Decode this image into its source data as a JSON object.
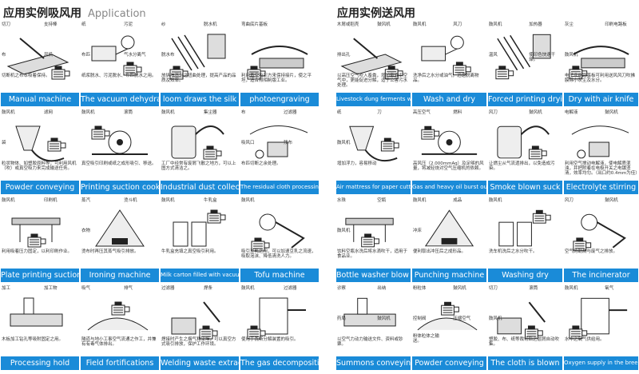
{
  "left": {
    "title": "应用实例吸风用",
    "title_en": "Application",
    "items": [
      {
        "caption": "Manual machine",
        "labels": [
          "切刀",
          "支持棒",
          "布",
          "风机",
          "切断机之布本吸着保持。"
        ]
      },
      {
        "caption": "The vacuum dehydration",
        "labels": [
          "纸",
          "污泥",
          "布匹",
          "气水分离气",
          "纸浆脱水、污泥脱水、布匹脱水之用。"
        ]
      },
      {
        "caption": "loom draws the silk",
        "labels": [
          "纱",
          "脱水机",
          "脱水布",
          "放纵与不当之扭曲处理，提高产品的品质及效率。"
        ]
      },
      {
        "caption": "photoengraving",
        "labels": [
          "弯曲底片基板",
          "利用真空吸引方来保持接片，使之平坦，适合照相制版工业。"
        ]
      },
      {
        "caption": "Powder conveying",
        "labels": [
          "鼓风机",
          "滤网",
          "袋",
          "粒状物体、如塑胶原料等，可利用风机（吹）或真空吸力来完成输送任务。"
        ]
      },
      {
        "caption": "Printing suction cooking",
        "labels": [
          "鼓风机",
          "滚筒",
          "真空吸引印刷或纸之成形吸引、移送。"
        ]
      },
      {
        "caption": "Industrial dust collection",
        "labels": [
          "鼓风机",
          "集尘器",
          "工厂中经常有废屑飞散之地方，可以上图方式清洁之。"
        ]
      },
      {
        "caption": "The residual cloth processing",
        "labels": [
          "布",
          "过滤器",
          "吸风口",
          "残布",
          "布匹切断之余处理。"
        ]
      },
      {
        "caption": "Plate printing suction",
        "labels": [
          "鼓风机",
          "印刷机",
          "利用吸着压力固定，以利印刷作业。"
        ]
      },
      {
        "caption": "Ironing machine",
        "labels": [
          "蒸汽",
          "烫斗机",
          "衣物",
          "烫布时再压其蒸气吸引排放。"
        ]
      },
      {
        "caption": "Milk carton filled with vacuum",
        "labels": [
          "鼓风机",
          "牛乳盒",
          "牛乳盒充填之真空吸引利用。"
        ]
      },
      {
        "caption": "Tofu machine",
        "labels": [
          "鼓风机",
          "吸引豆乳之用，可以加速豆乳之流速，吸取泡沫、降低清洗人力。"
        ]
      },
      {
        "caption": "Processing hold",
        "labels": [
          "加工",
          "加工物",
          "木板加工钻孔等吸附固定之用。"
        ]
      },
      {
        "caption": "Field fortifications",
        "labels": [
          "吸气",
          "排气",
          "隧道与地小工事空气流通之作工，并兼有有毒气体排出。"
        ]
      },
      {
        "caption": "Welding waste extraction",
        "labels": [
          "过滤器",
          "焊条",
          "焊接时产生之烟气和尘埃，可以真空方式吸引排放，保护工作环境。"
        ]
      },
      {
        "caption": "The gas decomposition",
        "labels": [
          "鼓风机",
          "过滤器",
          "使用于瓦斯分解装置的吸引。"
        ]
      }
    ]
  },
  "right": {
    "title": "应用实例送风用",
    "items": [
      {
        "caption": "Livestock dung ferments with gas",
        "labels": [
          "木屑或稻壳",
          "鼓风机",
          "排出孔",
          "以高压空气吹入畜粪，增加畜粪中空气中，更能促进分解，适于公害污水处理。"
        ]
      },
      {
        "caption": "Wash and dry",
        "labels": [
          "鼓风机",
          "风刀",
          "洗净后之水分或油气，迅速脱离物品。"
        ]
      },
      {
        "caption": "Forced printing drying",
        "labels": [
          "鼓风机",
          "加热器",
          "温风",
          "使印色快速干燥。"
        ]
      },
      {
        "caption": "Dry with air knife",
        "labels": [
          "灰尘",
          "印刷电路板",
          "鼓风机",
          "电子业电路基板可利用送风风刀吹拂膜除小灰尘及水分。"
        ]
      },
      {
        "caption": "Air mattress for paper cutting machine",
        "labels": [
          "纸",
          "刀",
          "鼓风机",
          "增加浮力，容易移动"
        ]
      },
      {
        "caption": "Gas and heavy oil burst out",
        "labels": [
          "高压空气",
          "燃料",
          "高风压（2.000mmAq）及足够的风量，将减轻烧对空气压缩机的依赖。"
        ]
      },
      {
        "caption": "Smoke blown suck",
        "labels": [
          "风刀",
          "鼓风机",
          "让燃尘从气流遗排出，以免造成污染。"
        ]
      },
      {
        "caption": "Electrolyte stirring",
        "labels": [
          "电解液",
          "鼓风机",
          "利用空气搅动电解液，使电解质混浊，并把附着在电极开关之电镀渣清，效率均匀。（出口约0.4mm为佳）"
        ]
      },
      {
        "caption": "Bottle washer blow dry",
        "labels": [
          "水珠",
          "空瓶",
          "鼓风机",
          "饮料空瓶水洗后将水滴吹干，适用于食品业。"
        ]
      },
      {
        "caption": "Punching machine",
        "labels": [
          "鼓风机",
          "成品",
          "冲床",
          "便利取出冲压后之成形品。"
        ]
      },
      {
        "caption": "Washing dry",
        "labels": [
          "鼓风机",
          "洗车机洗后之水分吹干。"
        ]
      },
      {
        "caption": "The incinerator",
        "labels": [
          "风刀",
          "鼓风机",
          "空气的助燃与废气之排放。"
        ]
      },
      {
        "caption": "Summons conveying",
        "labels": [
          "诊察",
          "出纳",
          "药局",
          "鼓风机",
          "以空气力动力输送文件、资料或钞票。"
        ]
      },
      {
        "caption": "Powder conveying",
        "labels": [
          "粉粒体",
          "鼓风机",
          "控制阀",
          "压缩空气",
          "粉体粒体之输送。"
        ]
      },
      {
        "caption": "The cloth is blown",
        "labels": [
          "切刀",
          "滚筒",
          "鼓风机",
          "塑胶、布、纸等裁切后之层屑自动吹集。"
        ]
      },
      {
        "caption": "Oxygen supply in the breeding pond",
        "labels": [
          "鼓风机",
          "氧气",
          "水中之氧气供给用。"
        ]
      }
    ]
  }
}
